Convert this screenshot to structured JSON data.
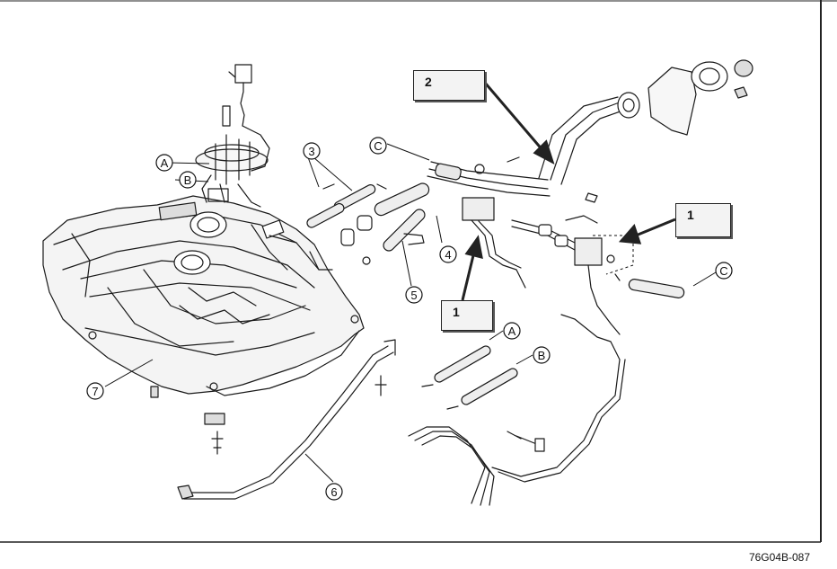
{
  "figure_code": "76G04B-087",
  "callout_boxes": [
    {
      "id": "box-2",
      "label": "2"
    },
    {
      "id": "box-1-right",
      "label": "1"
    },
    {
      "id": "box-1-lower",
      "label": "1"
    }
  ],
  "part_numbers": [
    "3",
    "4",
    "5",
    "6",
    "7"
  ],
  "connection_letters": [
    "A",
    "B",
    "C"
  ],
  "colors": {
    "line": "#1a1a1a",
    "callout_bg": "#f3f3f3",
    "part_fill": "#ececec"
  }
}
